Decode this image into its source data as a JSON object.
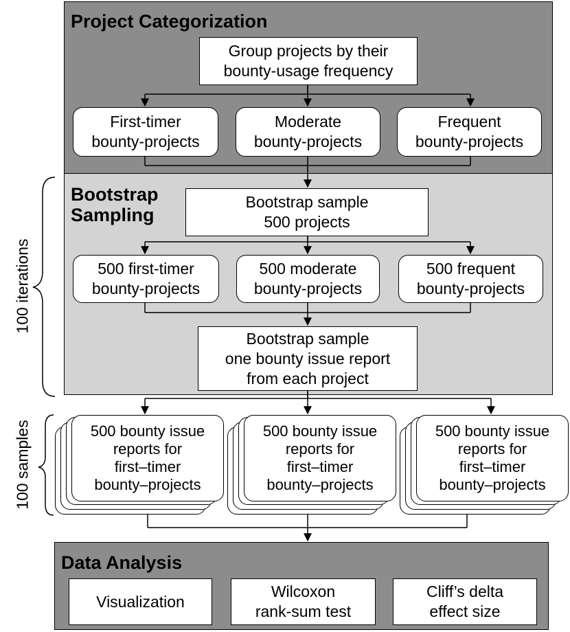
{
  "colors": {
    "dark_panel": "#8c8c8c",
    "light_panel": "#d3d3d3",
    "box_fill": "#ffffff",
    "stroke": "#000000"
  },
  "project_categorization": {
    "title": "Project Categorization",
    "group_box": "Group projects by their\nbounty-usage frequency",
    "categories": [
      "First-timer\nbounty-projects",
      "Moderate\nbounty-projects",
      "Frequent\nbounty-projects"
    ]
  },
  "bootstrap_sampling": {
    "title": "Bootstrap\nSampling",
    "sample_box": "Bootstrap sample\n500 projects",
    "groups": [
      "500 first-timer\nbounty-projects",
      "500 moderate\nbounty-projects",
      "500 frequent\nbounty-projects"
    ],
    "issue_box": "Bootstrap sample\none bounty issue report\nfrom each project"
  },
  "iterations_label": "100 iterations",
  "samples_label": "100 samples",
  "samples": [
    "500 bounty issue\nreports for\nfirst–timer\nbounty–projects",
    "500 bounty issue\nreports for\nfirst–timer\nbounty–projects",
    "500 bounty issue\nreports for\nfirst–timer\nbounty–projects"
  ],
  "data_analysis": {
    "title": "Data Analysis",
    "methods": [
      "Visualization",
      "Wilcoxon\nrank-sum test",
      "Cliff’s delta\neffect size"
    ]
  }
}
